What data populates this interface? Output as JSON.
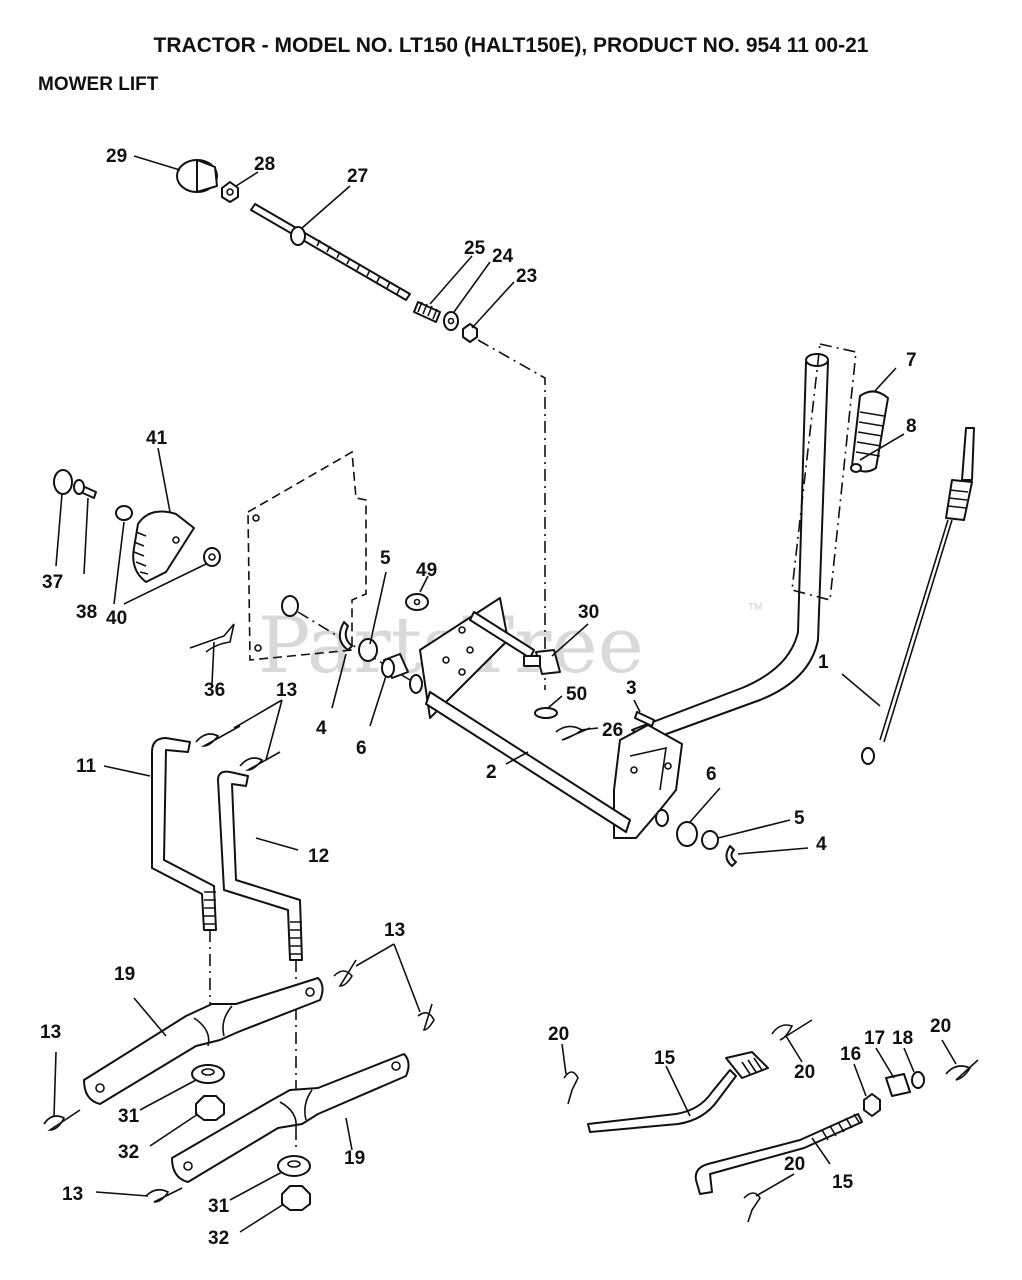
{
  "header": {
    "title": "TRACTOR - MODEL NO. LT150 (HALT150E), PRODUCT NO. 954 11 00-21",
    "subtitle": "MOWER LIFT"
  },
  "watermark": {
    "text": "PartsTree",
    "tm": "TM"
  },
  "callouts": {
    "c1": "1",
    "c2": "2",
    "c3": "3",
    "c4a": "4",
    "c4b": "4",
    "c5a": "5",
    "c5b": "5",
    "c6a": "6",
    "c6b": "6",
    "c7": "7",
    "c8": "8",
    "c11": "11",
    "c12": "12",
    "c13a": "13",
    "c13b": "13",
    "c13c": "13",
    "c13d": "13",
    "c15a": "15",
    "c15b": "15",
    "c16": "16",
    "c17": "17",
    "c18": "18",
    "c19a": "19",
    "c19b": "19",
    "c20a": "20",
    "c20b": "20",
    "c20c": "20",
    "c20d": "20",
    "c23": "23",
    "c24": "24",
    "c25": "25",
    "c26": "26",
    "c27": "27",
    "c28": "28",
    "c29": "29",
    "c30": "30",
    "c31a": "31",
    "c31b": "31",
    "c32a": "32",
    "c32b": "32",
    "c36": "36",
    "c37": "37",
    "c38": "38",
    "c40": "40",
    "c41": "41",
    "c49": "49",
    "c50": "50"
  },
  "colors": {
    "ink": "#111111",
    "paper": "#ffffff",
    "watermark": "#d9d9d9"
  }
}
